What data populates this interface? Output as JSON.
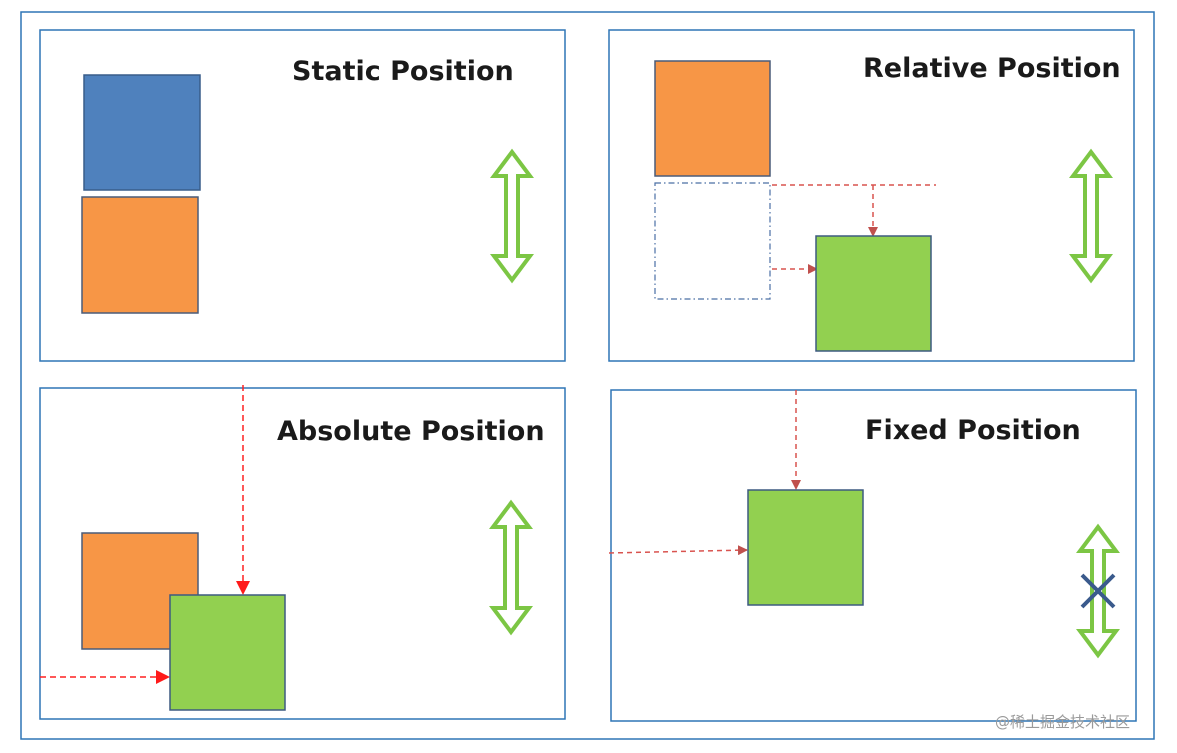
{
  "panels": [
    {
      "title": "Static Position"
    },
    {
      "title": "Relative Position"
    },
    {
      "title": "Absolute Position"
    },
    {
      "title": "Fixed Position"
    }
  ],
  "watermark": "@稀土掘金技术社区",
  "colors": {
    "frame": "#2e75b6",
    "blue_box": "#4f81bd",
    "orange_box": "#f79646",
    "green_box": "#92d050",
    "scroll_arrow": "#7cc644",
    "offset_arrow": "#d9534f",
    "cross": "#3a5a8c"
  },
  "icons": {
    "scroll": "double-headed-vertical-arrow",
    "blocked": "cross-icon"
  }
}
